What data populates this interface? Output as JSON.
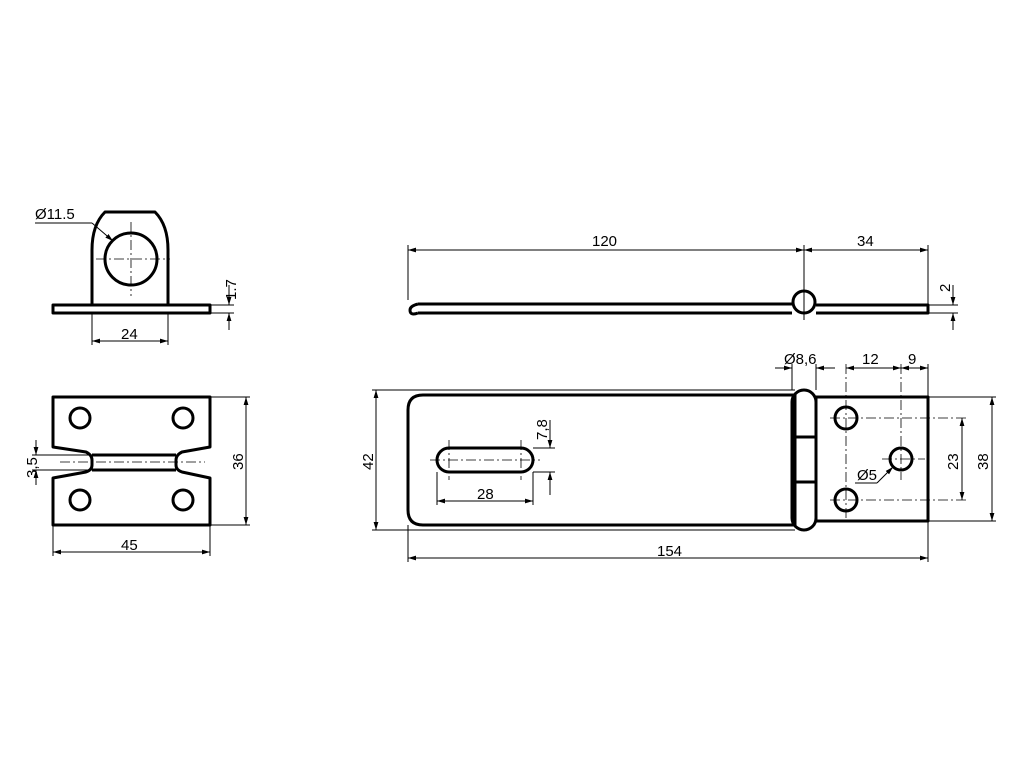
{
  "title": "Hasp and staple technical drawing",
  "staple_side": {
    "diameter": "Ø11.5",
    "width": "24",
    "thickness": "1.7"
  },
  "staple_top": {
    "gap": "3,5",
    "height": "36",
    "width": "45"
  },
  "hasp_side": {
    "length_main": "120",
    "length_leaf": "34",
    "thickness": "2"
  },
  "hasp_top": {
    "pin_diameter": "Ø8,6",
    "hole_offset": "12",
    "hole_offset2": "9",
    "slot_width": "7,8",
    "height_total": "42",
    "hole_spacing": "23",
    "leaf_height": "38",
    "hole_diameter": "Ø5",
    "slot_length": "28",
    "total_length": "154"
  }
}
